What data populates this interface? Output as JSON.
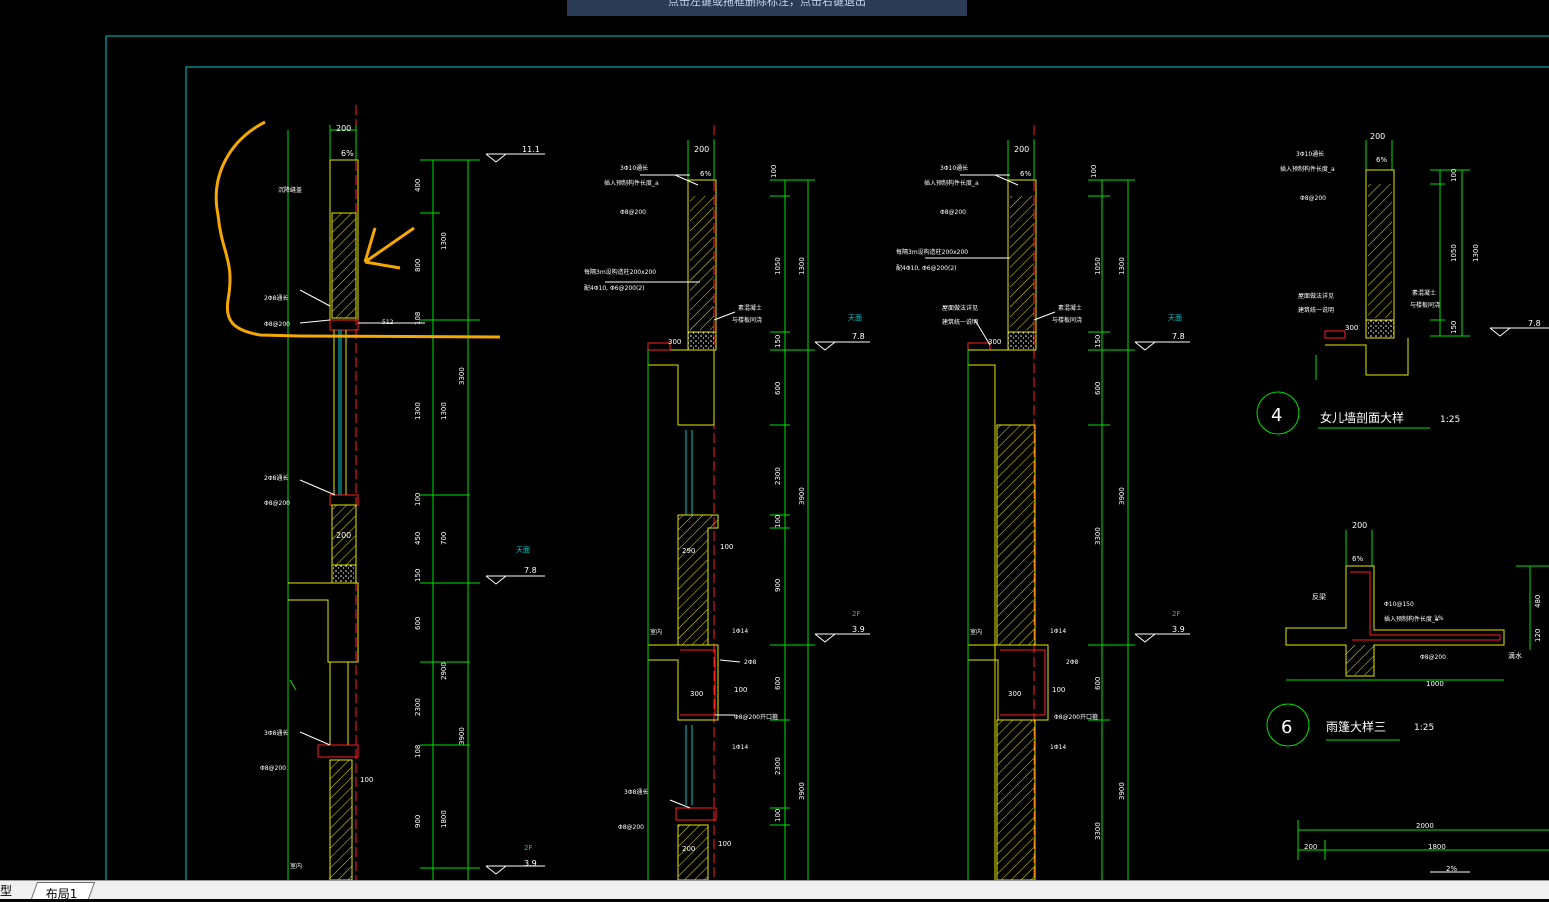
{
  "app": {
    "command_tip": "点击左键或拖框删除标注，点击右键退出"
  },
  "tabs": {
    "model_label": "型",
    "layout_label": "布局1"
  },
  "colors": {
    "green": "#00e000",
    "cyan": "#00c8c8",
    "yellow": "#e6e600",
    "red": "#ff2020",
    "white": "#ffffff",
    "magenta": "#ff00ff",
    "orange": "#f5a800"
  },
  "drawing": {
    "sec1": {
      "dim_top": "200",
      "slope": "6%",
      "level_top": "11.1",
      "label_a": "沉降缝盖",
      "d400": "400",
      "d1300a": "1300",
      "d800": "800",
      "rebar1": "2Φ8通长",
      "rebar2": "Φ8@200",
      "d512": "512",
      "d108": "108",
      "d3300": "3300",
      "d1300b": "1300",
      "d1300c": "1300",
      "rebar3": "2Φ8通长",
      "rebar4": "Φ8@200",
      "d100": "100",
      "d200": "200",
      "d450": "450",
      "d700": "700",
      "d150": "150",
      "roof": "天面",
      "level_78": "7.8",
      "d600": "600",
      "d2900": "2900",
      "d2300": "2300",
      "d3900": "3900",
      "rebar5": "3Φ8通长",
      "rebar6": "Φ8@200",
      "d100b": "100",
      "d108b": "108",
      "d900": "900",
      "d1800": "1800",
      "floor_2f": "2F",
      "level_39": "3.9",
      "room": "室内"
    },
    "sec2": {
      "dim_top": "200",
      "rebar1": "3Φ10通长",
      "note1": "插入预制构件长度_a",
      "slope": "6%",
      "rebar2": "Φ8@200",
      "note2": "每隔3m设构造柱200x200",
      "note3": "配4Φ10, Φ6@200(2)",
      "d300": "300",
      "note4": "素混凝土",
      "note5": "与楼板同浇",
      "d100": "100",
      "d1050": "1050",
      "d1300": "1300",
      "d150": "150",
      "d600": "600",
      "d2300": "2300",
      "d100b": "100",
      "d900": "900",
      "d600b": "600",
      "d3900": "3900",
      "d2300b": "2300",
      "d100c": "100",
      "d3900b": "3900",
      "roof": "天面",
      "level_78": "7.8",
      "floor_2f": "2F",
      "level_39": "3.9",
      "d290": "290",
      "d100d": "100",
      "room": "室内",
      "r1": "1Φ14",
      "r2": "2Φ8",
      "d300b": "300",
      "d100e": "100",
      "r3": "Φ8@200开口箍",
      "r4": "1Φ14",
      "rebar5": "3Φ8通长",
      "rebar6": "Φ8@200",
      "d200": "200",
      "d100f": "100"
    },
    "sec3": {
      "dim_top": "200",
      "rebar1": "3Φ10通长",
      "note1": "插入预制构件长度_a",
      "slope": "6%",
      "rebar2": "Φ8@200",
      "note2": "每隔3m设构造柱200x200",
      "note3": "配4Φ10, Φ6@200(2)",
      "note6": "屋面做法详见",
      "note7": "建筑统一说明",
      "d300": "300",
      "note4": "素混凝土",
      "note5": "与楼板同浇",
      "d100": "100",
      "d1050": "1050",
      "d1300": "1300",
      "d150": "150",
      "d600": "600",
      "d3300": "3300",
      "d3900": "3900",
      "d3300b": "3300",
      "d600b": "600",
      "d3900b": "3900",
      "roof": "天面",
      "level_78": "7.8",
      "floor_2f": "2F",
      "level_39": "3.9",
      "room": "室内",
      "r1": "1Φ14",
      "r2": "2Φ8",
      "d300b": "300",
      "d100e": "100",
      "r3": "Φ8@200开口箍",
      "r4": "1Φ14"
    },
    "detail4": {
      "dim_top": "200",
      "rebar1": "3Φ10通长",
      "note1": "插入预制构件长度_a",
      "slope": "6%",
      "rebar2": "Φ8@200",
      "note6": "屋面做法详见",
      "note7": "建筑统一说明",
      "d300": "300",
      "note4": "素混凝土",
      "note5": "与楼板同浇",
      "d100": "100",
      "d1050": "1050",
      "d1300": "1300",
      "d150": "150",
      "level_78": "7.8",
      "num": "4",
      "title": "女儿墙剖面大样",
      "scale": "1:25"
    },
    "detail6": {
      "dim_top": "200",
      "slope": "6%",
      "note_a": "反梁",
      "rebar1": "Φ10@150",
      "note1": "插入预制构件长度_a",
      "rebar2": "Φ8@200",
      "d1000": "1000",
      "note_b": "滴水",
      "d480": "480",
      "d120": "120",
      "d1": "1%",
      "num": "6",
      "title": "雨篷大样三",
      "scale": "1:25"
    },
    "bottom": {
      "d2000": "2000",
      "d200": "200",
      "d1800": "1800",
      "d2pct": "2%"
    }
  }
}
